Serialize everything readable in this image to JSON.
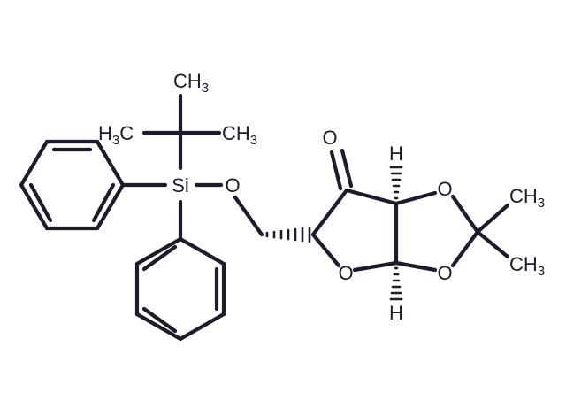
{
  "molecule": {
    "atoms": {
      "si": "Si",
      "o_silyl": "O",
      "o_ketone": "O",
      "o_dioxolane_top": "O",
      "o_dioxolane_bottom": "O",
      "o_ring": "O",
      "h_top": "H",
      "h_bottom": "H"
    },
    "groups": {
      "methyl_top": {
        "main": "CH",
        "sub": "3"
      },
      "methyl_left": {
        "main": "H",
        "sub": "3",
        "tail": "C"
      },
      "methyl_right": {
        "main": "CH",
        "sub": "3"
      },
      "methyl_dioxolane_top": {
        "main": "CH",
        "sub": "3"
      },
      "methyl_dioxolane_bottom": {
        "main": "CH",
        "sub": "3"
      }
    }
  },
  "colors": {
    "ink": "#1c1c2a",
    "background": "#ffffff"
  }
}
